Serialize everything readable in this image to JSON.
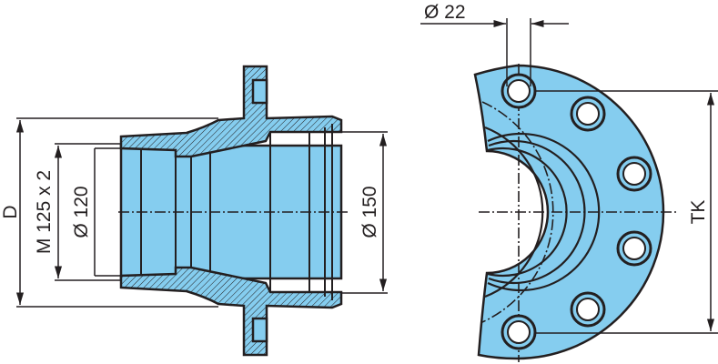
{
  "drawing": {
    "side_view": {
      "dimensions": {
        "outer_diameter": "D",
        "thread": "M 125 x 2",
        "inner_diameter": "Ø 120",
        "bore_diameter": "Ø 150"
      }
    },
    "front_view": {
      "dimensions": {
        "hole_diameter": "Ø 22",
        "bolt_circle": "TK"
      },
      "bolt_hole_count_visible": 6
    },
    "colors": {
      "part_fill": "#85cdef",
      "line": "#231f20"
    }
  }
}
